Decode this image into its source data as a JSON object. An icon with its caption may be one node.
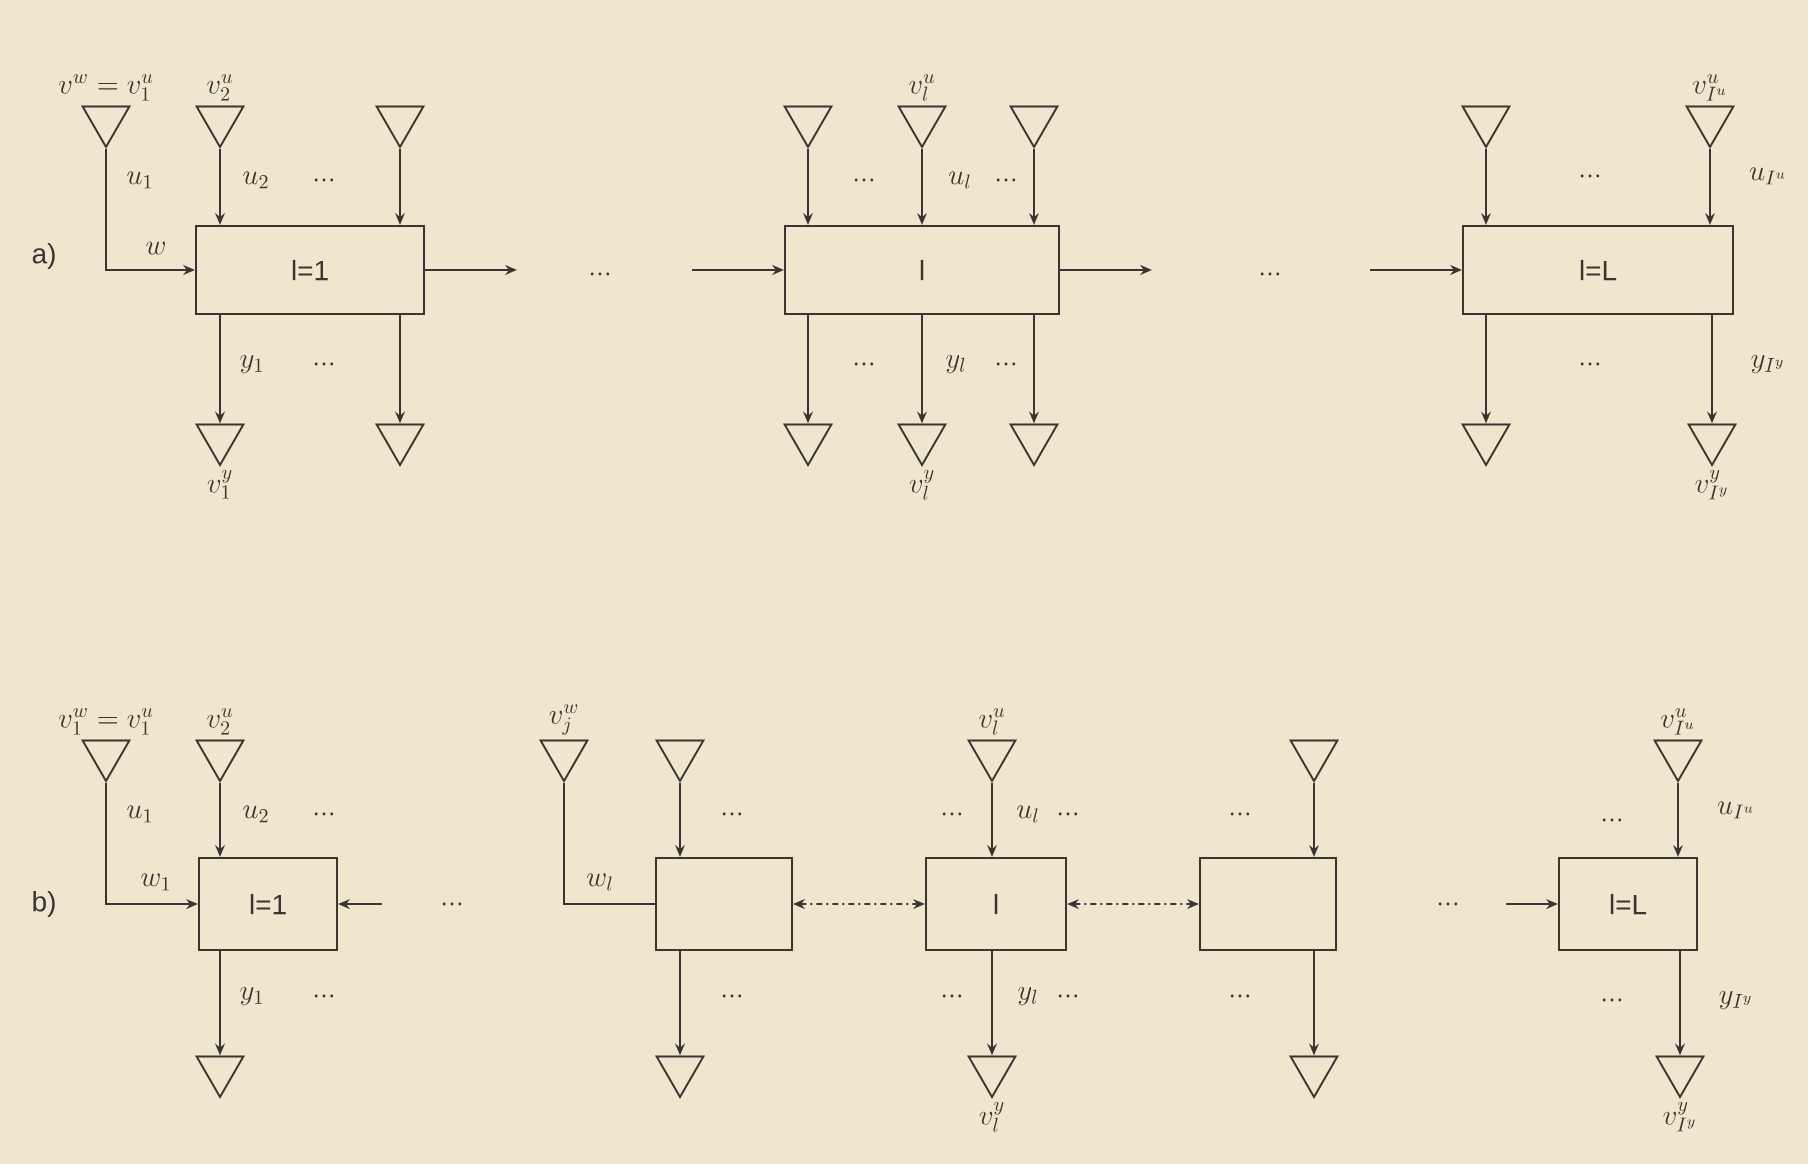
{
  "diagram": {
    "nodes": [
      {
        "text": [],
        "shape": "triangle",
        "beside": [
          "v^{w}=v^{u}_{1}"
        ]
      },
      {
        "text": [],
        "shape": "triangle",
        "beside": [
          "v^{u}_{2}"
        ]
      },
      {
        "text": [],
        "shape": "triangle"
      },
      {
        "text": [],
        "shape": "triangle"
      },
      {
        "text": [],
        "shape": "triangle",
        "beside": [
          "v^{u}_{l}"
        ]
      },
      {
        "text": [],
        "shape": "triangle"
      },
      {
        "text": [],
        "shape": "triangle"
      },
      {
        "text": [],
        "shape": "triangle",
        "beside": [
          "v^{u}_{I^{u}}"
        ]
      },
      {
        "text": [
          "l=1"
        ]
      },
      {
        "text": [
          "l"
        ]
      },
      {
        "text": [
          "l=L"
        ]
      },
      {
        "text": [],
        "shape": "triangle",
        "beside": [
          "v^{y}_{1}"
        ]
      },
      {
        "text": [],
        "shape": "triangle"
      },
      {
        "text": [],
        "shape": "triangle"
      },
      {
        "text": [],
        "shape": "triangle",
        "beside": [
          "v^{y}_{l}"
        ]
      },
      {
        "text": [],
        "shape": "triangle"
      },
      {
        "text": [],
        "shape": "triangle"
      },
      {
        "text": [],
        "shape": "triangle",
        "beside": [
          "v^{y}_{I^{y}}"
        ]
      },
      {
        "text": [],
        "shape": "triangle",
        "beside": [
          "v^{w}_{1}=v^{u}_{1}"
        ]
      },
      {
        "text": [],
        "shape": "triangle",
        "beside": [
          "v^{u}_{2}"
        ]
      },
      {
        "text": [],
        "shape": "triangle",
        "beside": [
          "v^{w}_{j}"
        ]
      },
      {
        "text": [],
        "shape": "triangle"
      },
      {
        "text": [],
        "shape": "triangle",
        "beside": [
          "v^{u}_{l}"
        ]
      },
      {
        "text": [],
        "shape": "triangle"
      },
      {
        "text": [],
        "shape": "triangle",
        "beside": [
          "v^{u}_{I^{u}}"
        ]
      },
      {
        "text": [
          "l=1"
        ]
      },
      {
        "text": [],
        "shape": "box"
      },
      {
        "text": [
          "l"
        ]
      },
      {
        "text": [],
        "shape": "box"
      },
      {
        "text": [
          "l=L"
        ]
      },
      {
        "text": [],
        "shape": "triangle"
      },
      {
        "text": [],
        "shape": "triangle"
      },
      {
        "text": [],
        "shape": "triangle",
        "beside": [
          "v^{y}_{l}"
        ]
      },
      {
        "text": [],
        "shape": "triangle"
      },
      {
        "text": [],
        "shape": "triangle",
        "beside": [
          "v^{y}_{I^{y}}"
        ]
      }
    ],
    "edges": [
      {
        "from": 0,
        "to": 8,
        "arrow": "to",
        "label": "w"
      },
      {
        "from": 1,
        "to": 8,
        "arrow": "to",
        "label": "u_{2}"
      },
      {
        "from": 2,
        "to": 8,
        "arrow": "to"
      },
      {
        "from": 8,
        "to": null,
        "arrow": "to"
      },
      {
        "from": null,
        "to": 9,
        "arrow": "to"
      },
      {
        "from": 3,
        "to": 9,
        "arrow": "to"
      },
      {
        "from": 4,
        "to": 9,
        "arrow": "to",
        "label": "u_{l}"
      },
      {
        "from": 5,
        "to": 9,
        "arrow": "to"
      },
      {
        "from": 9,
        "to": null,
        "arrow": "to"
      },
      {
        "from": null,
        "to": 10,
        "arrow": "to"
      },
      {
        "from": 6,
        "to": 10,
        "arrow": "to"
      },
      {
        "from": 7,
        "to": 10,
        "arrow": "to",
        "label": "u_{I^{u}}"
      },
      {
        "from": 8,
        "to": 11,
        "arrow": "to",
        "label": "y_{1}"
      },
      {
        "from": 8,
        "to": 12,
        "arrow": "to"
      },
      {
        "from": 9,
        "to": 13,
        "arrow": "to"
      },
      {
        "from": 9,
        "to": 14,
        "arrow": "to",
        "label": "y_{l}"
      },
      {
        "from": 9,
        "to": 15,
        "arrow": "to"
      },
      {
        "from": 10,
        "to": 16,
        "arrow": "to"
      },
      {
        "from": 10,
        "to": 17,
        "arrow": "to",
        "label": "y_{I^{y}}"
      },
      {
        "from": 18,
        "to": 25,
        "arrow": "to",
        "label": "w_{1}"
      },
      {
        "from": 19,
        "to": 25,
        "arrow": "to",
        "label": "u_{2}"
      },
      {
        "from": null,
        "to": 25,
        "arrow": "to"
      },
      {
        "from": 20,
        "to": 26,
        "arrow": "none",
        "label": "w_{l}"
      },
      {
        "from": 21,
        "to": 26,
        "arrow": "to"
      },
      {
        "from": 26,
        "to": 27,
        "arrow": "both",
        "style": "dashed"
      },
      {
        "from": 27,
        "to": 28,
        "arrow": "both",
        "style": "dashed"
      },
      {
        "from": null,
        "to": 29,
        "arrow": "to"
      },
      {
        "from": 22,
        "to": 27,
        "arrow": "to",
        "label": "u_{l}"
      },
      {
        "from": 23,
        "to": 28,
        "arrow": "to"
      },
      {
        "from": 24,
        "to": 29,
        "arrow": "to",
        "label": "u_{I^{u}}"
      },
      {
        "from": 25,
        "to": 30,
        "arrow": "to",
        "label": "y_{1}"
      },
      {
        "from": 26,
        "to": 31,
        "arrow": "to"
      },
      {
        "from": 27,
        "to": 32,
        "arrow": "to",
        "label": "y_{l}"
      },
      {
        "from": 28,
        "to": 33,
        "arrow": "to"
      },
      {
        "from": 29,
        "to": 34,
        "arrow": "to",
        "label": "y_{I^{y}}"
      }
    ],
    "labels": [
      "a)",
      "u_{1}",
      "...",
      "...",
      "...",
      "...",
      "...",
      "...",
      "...",
      "...",
      "...",
      "...",
      "b)",
      "u_{1}",
      "...",
      "...",
      "...",
      "...",
      "...",
      "...",
      "...",
      "...",
      "...",
      "...",
      "...",
      "...",
      "...",
      "..."
    ]
  }
}
